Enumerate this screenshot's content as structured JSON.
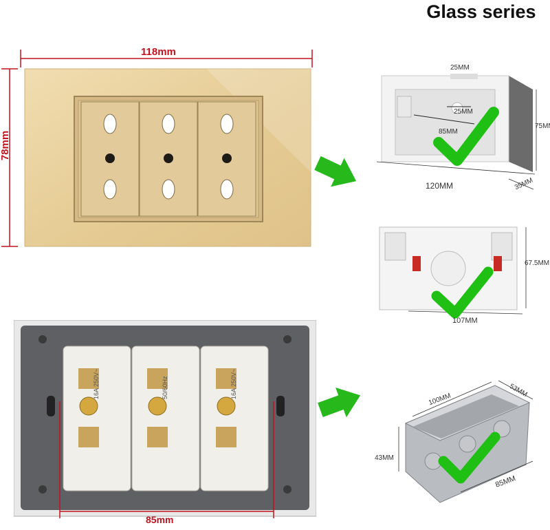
{
  "title": "Glass series",
  "front_panel": {
    "width_label": "118mm",
    "height_label": "78mm",
    "socket_count": 3
  },
  "back_panel": {
    "spacing_label": "85mm",
    "module_markings": [
      "16A 250V~",
      "50/60Hz",
      "16A 250V~"
    ]
  },
  "box_white_1": {
    "length_label": "120MM",
    "width_label": "35MM",
    "height_label": "75MM",
    "top_slot_label": "25MM",
    "inner_slot_label": "25MM",
    "inner_spacing_label": "85MM"
  },
  "box_white_2": {
    "width_label": "107MM",
    "height_label": "67.5MM"
  },
  "box_metal": {
    "length_label": "100MM",
    "width_label": "53MM",
    "height_label": "43MM",
    "depth_label": "85MM"
  },
  "colors": {
    "accent_red": "#c1121f",
    "arrow_green": "#27b81b",
    "check_green": "#1fbf14",
    "glass_gold": "#e9d3a3",
    "panel_gray": "#5f6063"
  },
  "icons": [
    "arrow-right-icon",
    "checkmark-icon"
  ]
}
